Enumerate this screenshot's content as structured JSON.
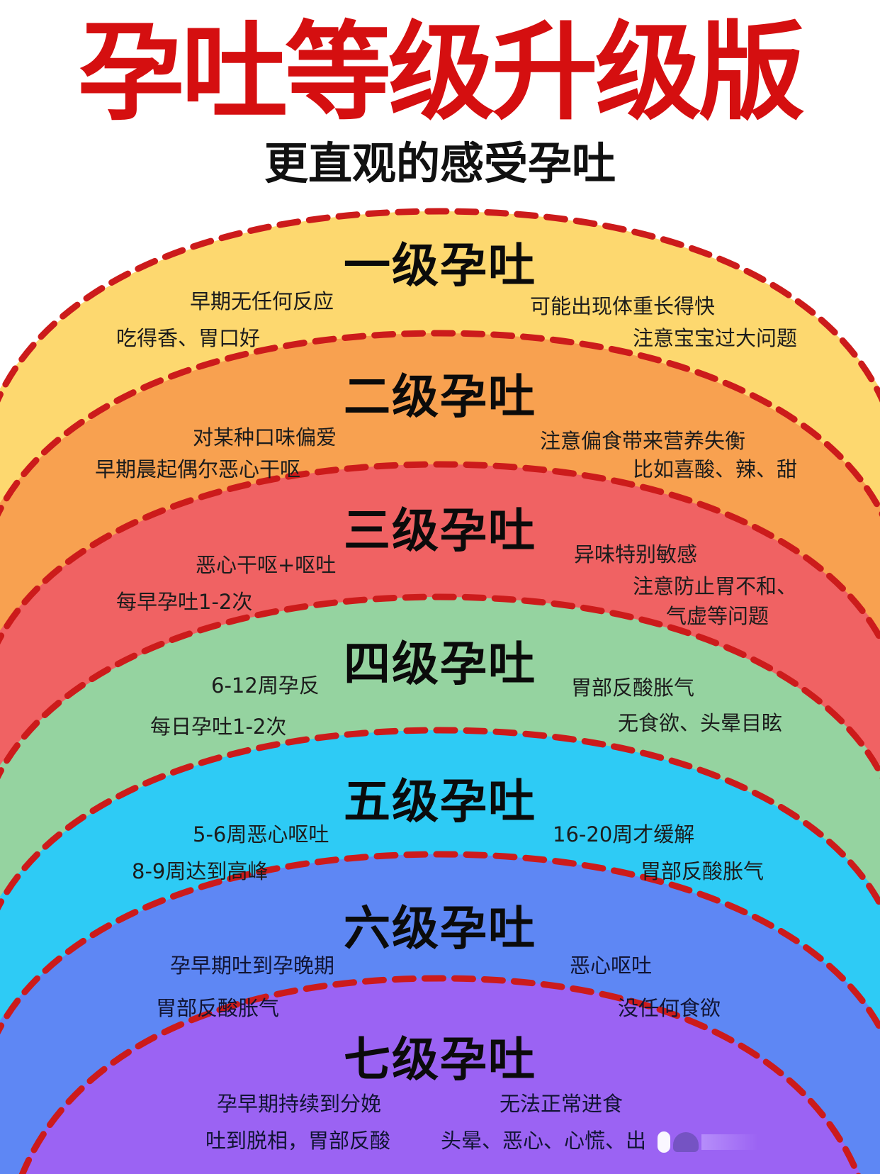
{
  "header": {
    "title": "孕吐等级升级版",
    "subtitle": "更直观的感受孕吐"
  },
  "colors": {
    "title_red": "#d50f10",
    "dash_red": "#cc1b1b",
    "band_1_yellow": "#fdd86f",
    "band_2_orange": "#f8a150",
    "band_3_red": "#f06263",
    "band_4_green": "#95d3a0",
    "band_5_cyan": "#2ecbf5",
    "band_6_blue": "#5e87f4",
    "band_7_purple": "#9b63f3"
  },
  "levels": [
    {
      "title": "一级孕吐",
      "left_notes": [
        "早期无任何反应",
        "吃得香、胃口好"
      ],
      "right_notes": [
        "可能出现体重长得快",
        "注意宝宝过大问题"
      ]
    },
    {
      "title": "二级孕吐",
      "left_notes": [
        "对某种口味偏爱",
        "早期晨起偶尔恶心干呕"
      ],
      "right_notes": [
        "注意偏食带来营养失衡",
        "比如喜酸、辣、甜"
      ]
    },
    {
      "title": "三级孕吐",
      "left_notes": [
        "恶心干呕+呕吐",
        "每早孕吐1-2次"
      ],
      "right_notes": [
        "异味特别敏感",
        "注意防止胃不和、",
        "气虚等问题"
      ]
    },
    {
      "title": "四级孕吐",
      "left_notes": [
        "6-12周孕反",
        "每日孕吐1-2次"
      ],
      "right_notes": [
        "胃部反酸胀气",
        "无食欲、头晕目眩"
      ]
    },
    {
      "title": "五级孕吐",
      "left_notes": [
        "5-6周恶心呕吐",
        "8-9周达到高峰"
      ],
      "right_notes": [
        "16-20周才缓解",
        "胃部反酸胀气"
      ]
    },
    {
      "title": "六级孕吐",
      "left_notes": [
        "孕早期吐到孕晚期",
        "胃部反酸胀气"
      ],
      "right_notes": [
        "恶心呕吐",
        "没任何食欲"
      ]
    },
    {
      "title": "七级孕吐",
      "left_notes": [
        "孕早期持续到分娩",
        "吐到脱相，胃部反酸"
      ],
      "right_notes": [
        "无法正常进食",
        "头晕、恶心、心慌、出"
      ]
    }
  ]
}
